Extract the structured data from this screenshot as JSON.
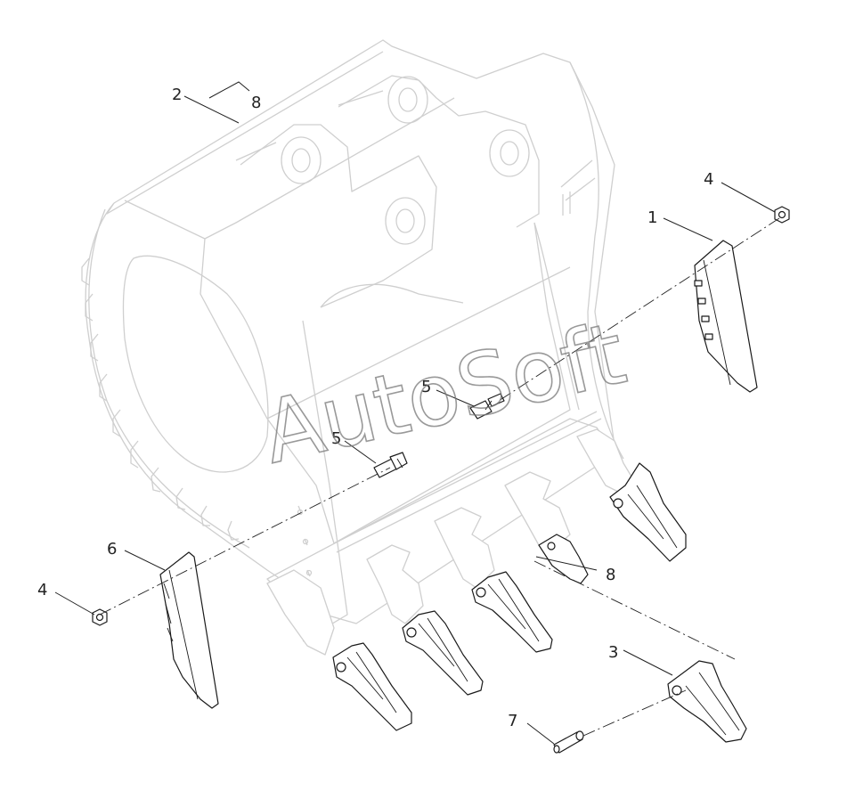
{
  "watermark": "AutoSoft",
  "callouts": {
    "c1": "1",
    "c2": "2",
    "c3": "3",
    "c4a": "4",
    "c4b": "4",
    "c5a": "5",
    "c5b": "5",
    "c6": "6",
    "c7": "7",
    "c8a": "8",
    "c8b": "8"
  },
  "colors": {
    "line": "#1a1a1a",
    "ghost": "#cfcfcf",
    "background": "#ffffff"
  }
}
